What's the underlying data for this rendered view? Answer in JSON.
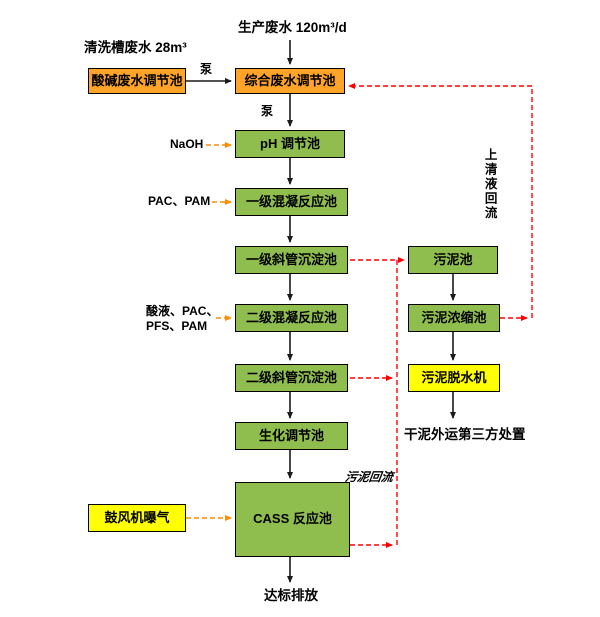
{
  "colors": {
    "orange_box": "#FFA428",
    "green_box": "#8FBE4F",
    "yellow_box": "#FFFF00",
    "main_arrow": "#1A1A1A",
    "reflux_arrow": "#FF0000",
    "dosing_arrow": "#FF8C00"
  },
  "inputs": {
    "production": "生产废水 120m³/d",
    "cleaning_tank": "清洗槽废水 28m³"
  },
  "nodes": {
    "acid_alkali_tank": "酸碱废水调节池",
    "comprehensive_tank": "综合废水调节池",
    "ph_tank": "pH 调节池",
    "coagulation_1": "一级混凝反应池",
    "sedimentation_1": "一级斜管沉淀池",
    "coagulation_2": "二级混凝反应池",
    "sedimentation_2": "二级斜管沉淀池",
    "biochemical_tank": "生化调节池",
    "cass_tank": "CASS 反应池",
    "sludge_tank": "污泥池",
    "sludge_thickener": "污泥浓缩池",
    "sludge_dewaterer": "污泥脱水机",
    "blower": "鼓风机曝气"
  },
  "labels": {
    "pump_1": "泵",
    "pump_2": "泵",
    "naoh": "NaOH",
    "pac_pam": "PAC、PAM",
    "acid_pac_pfs_pam": "酸液、PAC、\nPFS、PAM",
    "supernatant_reflux": "上清液回流",
    "sludge_reflux": "污泥回流",
    "dry_sludge_disposal": "干泥外运第三方处置",
    "discharge": "达标排放"
  }
}
